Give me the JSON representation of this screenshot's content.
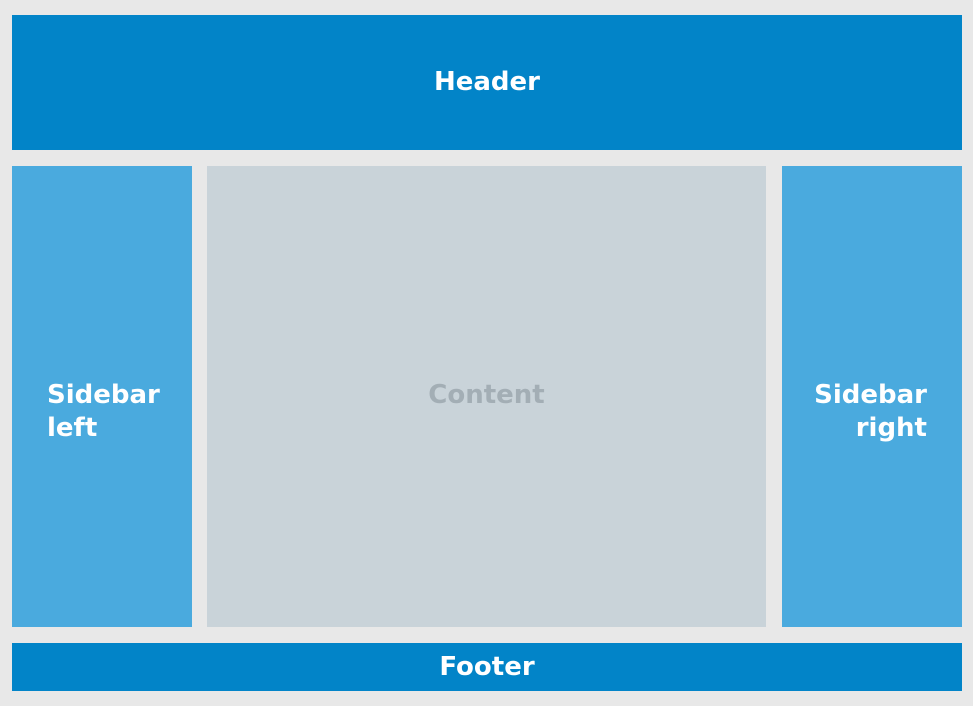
{
  "colors": {
    "background": "#e8e8e8",
    "header_footer": "#0284c8",
    "sidebars": "#4aaade",
    "content": "#c9d3d9",
    "content_text": "#a3aeb5",
    "text": "#ffffff"
  },
  "header": {
    "label": "Header"
  },
  "sidebar_left": {
    "label": "Sidebar\nleft"
  },
  "content": {
    "label": "Content"
  },
  "sidebar_right": {
    "label": "Sidebar\nright"
  },
  "footer": {
    "label": "Footer"
  }
}
